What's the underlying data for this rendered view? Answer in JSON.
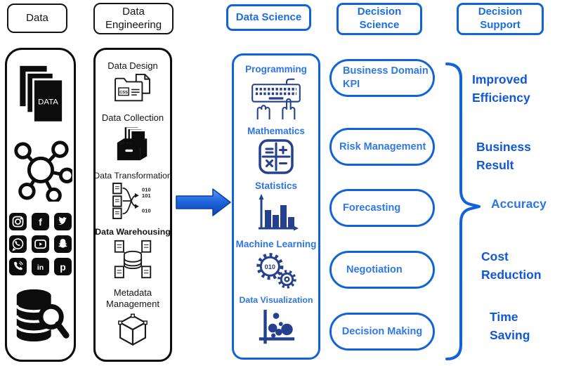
{
  "headers": {
    "data": "Data",
    "data_engineering": "Data Engineering",
    "data_science": "Data Science",
    "decision_science": "Decision Science",
    "decision_support": "Decision Support"
  },
  "data_sources": {
    "document_label": "DATA",
    "icons": [
      "documents-stack",
      "network-hub",
      "social-media-grid",
      "database-search"
    ],
    "social_icons": [
      "instagram",
      "facebook",
      "twitter",
      "whatsapp",
      "youtube",
      "snapchat",
      "phone",
      "linkedin",
      "pinterest"
    ]
  },
  "social_glyphs": {
    "facebook": "f",
    "linkedin": "in",
    "pinterest": "p"
  },
  "engineering": {
    "design": "Data Design",
    "collection": "Data Collection",
    "transformation": "Data Transformation",
    "warehousing": "Data Warehousing",
    "metadata": "Metadata Management"
  },
  "science": {
    "programming": "Programming",
    "mathematics": "Mathematics",
    "statistics": "Statistics",
    "machine_learning": "Machine Learning",
    "visualization": "Data Visualization"
  },
  "decision": {
    "kpi": "Business Domain KPI",
    "risk": "Risk Management",
    "forecasting": "Forecasting",
    "negotiation": "Negotiation",
    "making": "Decision Making"
  },
  "support": {
    "efficiency": "Improved Efficiency",
    "business": "Business Result",
    "accuracy": "Accuracy",
    "cost": "Cost Reduction",
    "time": "Time Saving"
  },
  "icon_labels": {
    "css": "CSS",
    "gear_binary": "010",
    "binary_rows": [
      "010",
      "101",
      "010"
    ]
  },
  "colors": {
    "blue_border": "#1262d9",
    "blue_text": "#2e74e8",
    "header_blue": "#1b6ce6",
    "support_blue": "#1257d8",
    "icon_navy": "#24408e",
    "black": "#0c0c0c",
    "arrow_top": "#5f9bf6",
    "arrow_bottom": "#0b46ae"
  }
}
